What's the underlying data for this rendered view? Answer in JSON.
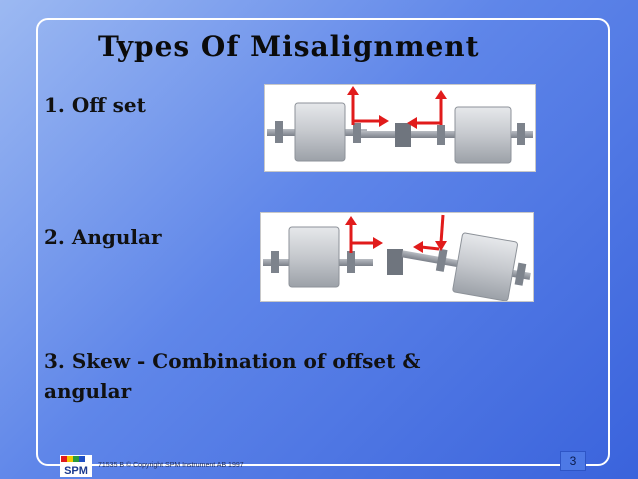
{
  "slide": {
    "title": "Types Of Misalignment",
    "items": [
      {
        "label": "1. Off set"
      },
      {
        "label": "2. Angular"
      },
      {
        "label": "3. Skew - Combination of offset &"
      },
      {
        "label": "angular"
      }
    ],
    "footer": {
      "logo_text": "SPM",
      "copyright": "71535 B © Copyright SPM Instrument AB 1997",
      "page_number": "3"
    }
  },
  "colors": {
    "arrow": "#e11b1b",
    "shaft": "#8a8f98",
    "block": "#c9ccd1"
  }
}
